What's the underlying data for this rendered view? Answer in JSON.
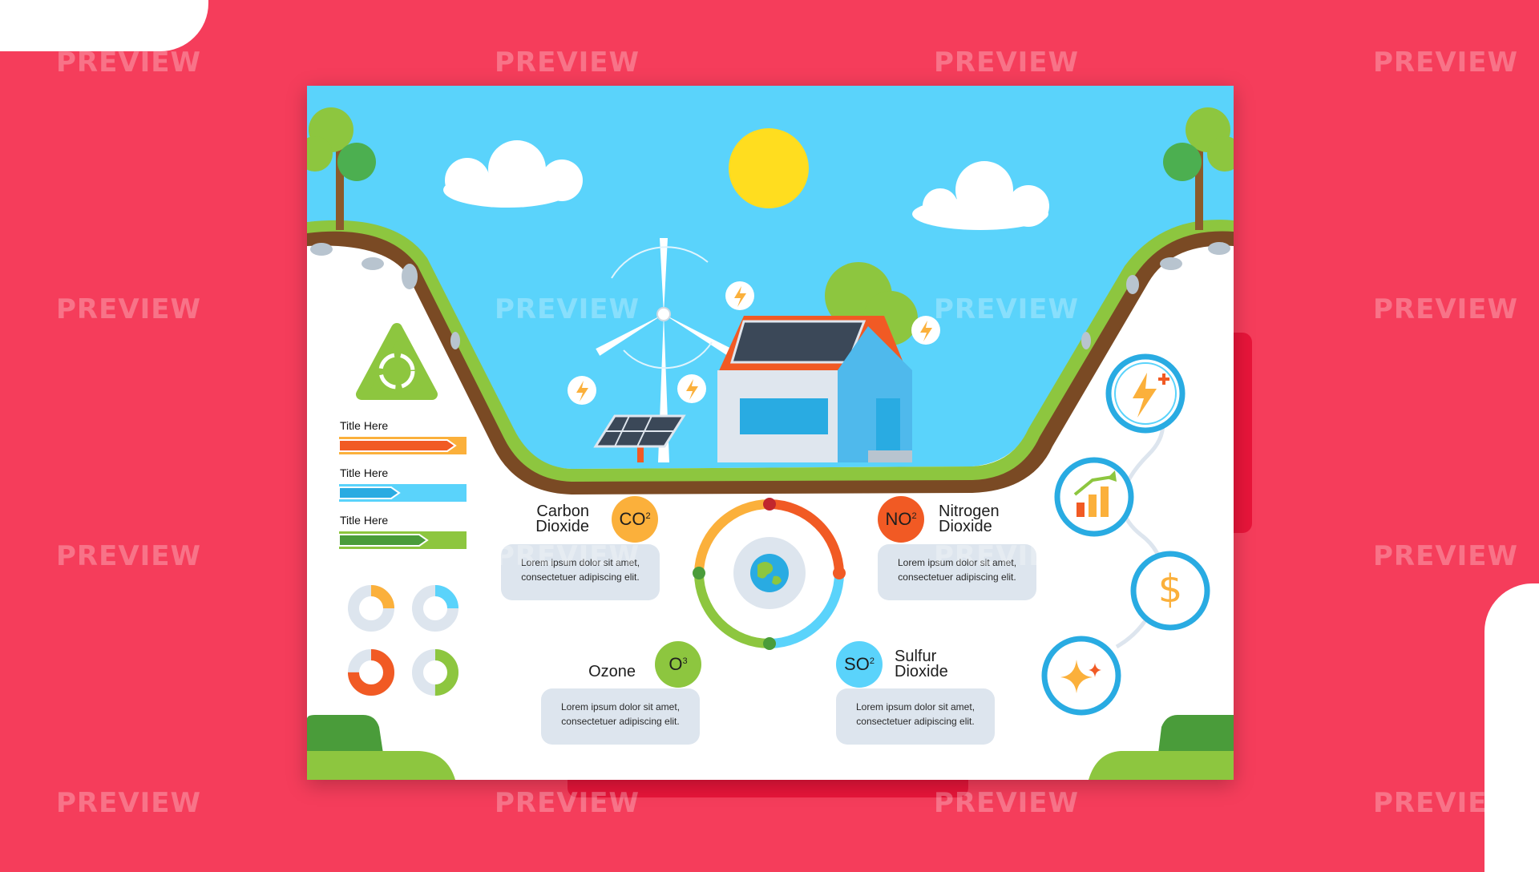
{
  "watermark": "PREVIEW",
  "colors": {
    "background": "#f53d5b",
    "accent_dark": "#e8153a",
    "sky": "#5ad3fb",
    "grass": "#8dc63f",
    "orange": "#f15a24",
    "yellow": "#fbb03b",
    "blue": "#29abe2"
  },
  "bars": [
    {
      "title": "Title Here",
      "color": "orange"
    },
    {
      "title": "Title Here",
      "color": "blue"
    },
    {
      "title": "Title Here",
      "color": "green"
    }
  ],
  "gases": [
    {
      "name_line1": "Carbon",
      "name_line2": "Dioxide",
      "formula": "CO",
      "sup": "2",
      "desc_line1": "Lorem ipsum dolor sit amet,",
      "desc_line2": "consectetuer adipiscing elit."
    },
    {
      "name_line1": "Nitrogen",
      "name_line2": "Dioxide",
      "formula": "NO",
      "sup": "2",
      "desc_line1": "Lorem ipsum dolor sit amet,",
      "desc_line2": "consectetuer adipiscing elit."
    },
    {
      "name_line1": "Ozone",
      "name_line2": "",
      "formula": "O",
      "sup": "3",
      "desc_line1": "Lorem ipsum dolor sit amet,",
      "desc_line2": "consectetuer adipiscing elit."
    },
    {
      "name_line1": "Sulfur",
      "name_line2": "Dioxide",
      "formula": "SO",
      "sup": "2",
      "desc_line1": "Lorem ipsum dolor sit amet,",
      "desc_line2": "consectetuer adipiscing elit."
    }
  ],
  "icons": {
    "recycle": "recycle-icon",
    "energy": "lightning-plus-icon",
    "growth": "bar-chart-growth-icon",
    "money": "dollar-icon",
    "sparkle": "sparkle-icon",
    "globe": "globe-icon",
    "sun": "sun-icon",
    "wind_turbine": "wind-turbine-icon",
    "house": "solar-house-icon"
  },
  "currency_symbol": "$",
  "pie_fractions": [
    0.25,
    0.25,
    0.75,
    0.5
  ]
}
